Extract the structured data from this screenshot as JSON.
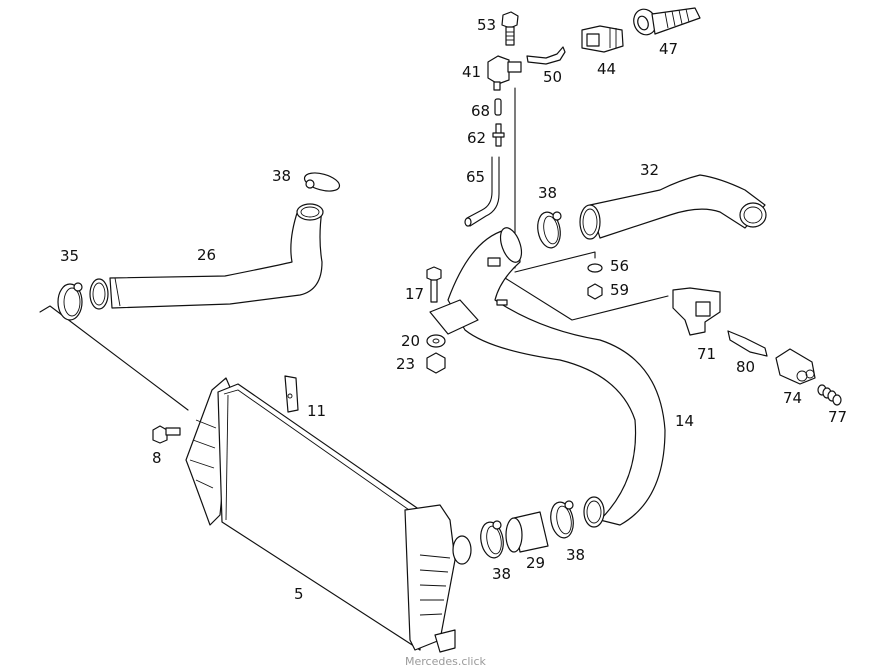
{
  "diagram": {
    "title": "Intercooler and charge air hoses",
    "watermark": "Mercedes.click",
    "parts": [
      {
        "id": "p53",
        "number": "53",
        "name": "bolt"
      },
      {
        "id": "p41",
        "number": "41",
        "name": "sensor"
      },
      {
        "id": "p50",
        "number": "50",
        "name": "terminal"
      },
      {
        "id": "p44",
        "number": "44",
        "name": "connector-housing"
      },
      {
        "id": "p47",
        "number": "47",
        "name": "grommet"
      },
      {
        "id": "p68",
        "number": "68",
        "name": "sleeve"
      },
      {
        "id": "p62",
        "number": "62",
        "name": "connector-fitting"
      },
      {
        "id": "p65",
        "number": "65",
        "name": "vacuum-line"
      },
      {
        "id": "p38a",
        "number": "38",
        "name": "hose-clamp"
      },
      {
        "id": "p38b",
        "number": "38",
        "name": "hose-clamp"
      },
      {
        "id": "p38c",
        "number": "38",
        "name": "hose-clamp"
      },
      {
        "id": "p38d",
        "number": "38",
        "name": "hose-clamp"
      },
      {
        "id": "p32",
        "number": "32",
        "name": "charge-air-hose"
      },
      {
        "id": "p26",
        "number": "26",
        "name": "charge-air-hose"
      },
      {
        "id": "p35",
        "number": "35",
        "name": "hose-clamp"
      },
      {
        "id": "p56",
        "number": "56",
        "name": "washer"
      },
      {
        "id": "p59",
        "number": "59",
        "name": "nut"
      },
      {
        "id": "p17",
        "number": "17",
        "name": "bolt"
      },
      {
        "id": "p20",
        "number": "20",
        "name": "washer"
      },
      {
        "id": "p23",
        "number": "23",
        "name": "nut"
      },
      {
        "id": "p71",
        "number": "71",
        "name": "sensor"
      },
      {
        "id": "p80",
        "number": "80",
        "name": "terminal"
      },
      {
        "id": "p74",
        "number": "74",
        "name": "connector-housing"
      },
      {
        "id": "p77",
        "number": "77",
        "name": "seal"
      },
      {
        "id": "p14",
        "number": "14",
        "name": "charge-air-pipe"
      },
      {
        "id": "p11",
        "number": "11",
        "name": "clip"
      },
      {
        "id": "p8",
        "number": "8",
        "name": "bolt"
      },
      {
        "id": "p5",
        "number": "5",
        "name": "intercooler"
      },
      {
        "id": "p29",
        "number": "29",
        "name": "sleeve"
      }
    ]
  }
}
